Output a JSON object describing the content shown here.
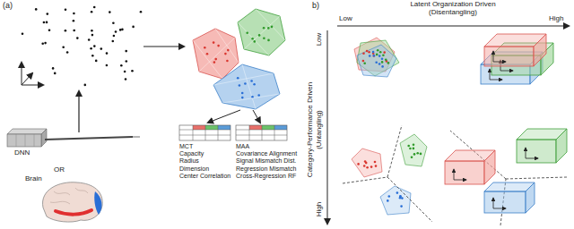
{
  "diagram": {
    "labels": [
      "(a)",
      "DNN",
      "OR",
      "Brain",
      "MCT",
      "Capacity",
      "Radius",
      "Dimension",
      "Center Correlation",
      "MAA",
      "Covariance Alignment",
      "Signal Mismatch Dist.",
      "Regression Mismatch",
      "Cross-Regression RF",
      "b)",
      "Latent Organization Driven",
      "(Disentangling)",
      "Low",
      "High",
      "Category-Performance Driven",
      "(Untangling)",
      "Low",
      "High"
    ]
  }
}
